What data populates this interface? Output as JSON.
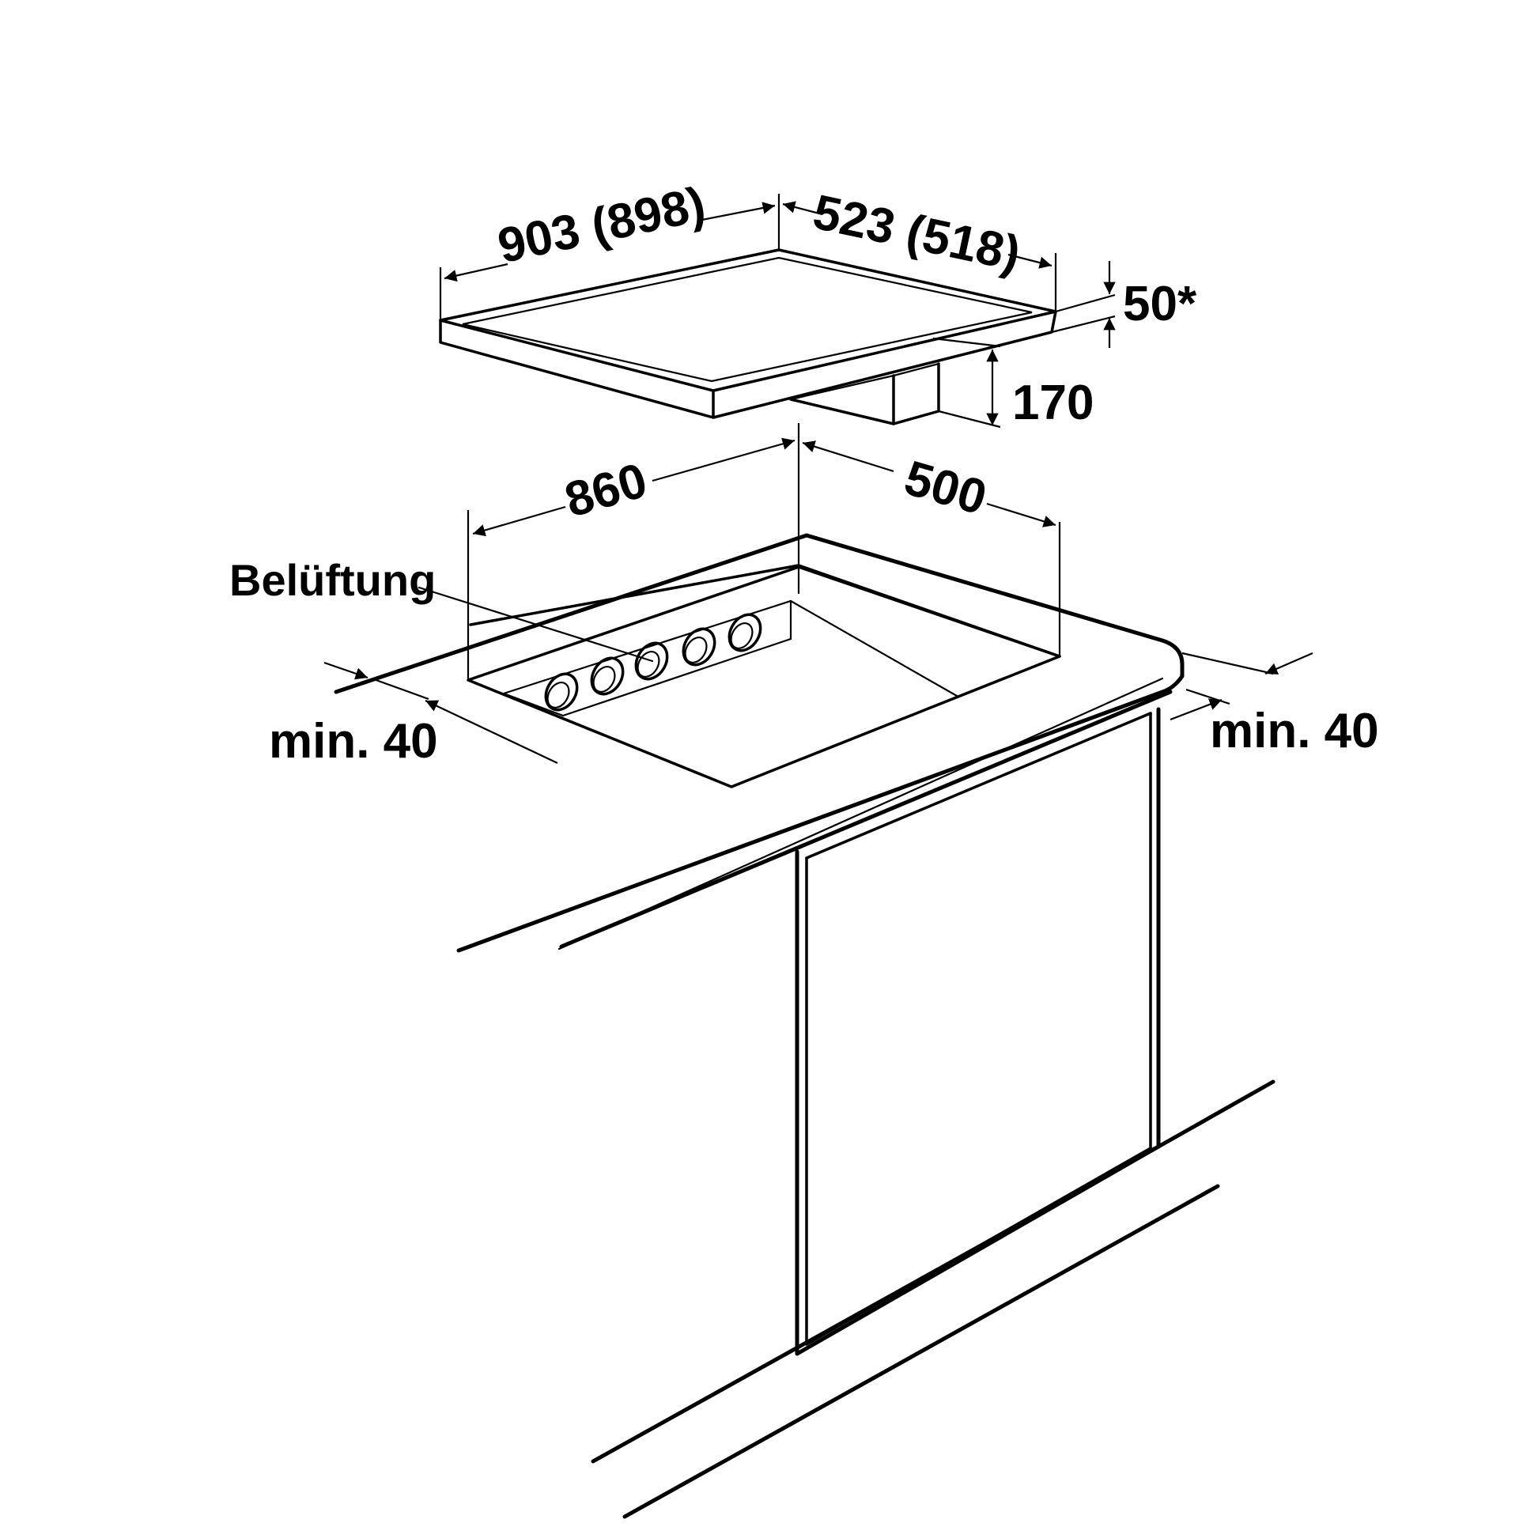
{
  "hob": {
    "width_label": "903 (898)",
    "depth_label": "523 (518)",
    "thickness_label": "50*",
    "depth_below_label": "170"
  },
  "cutout": {
    "width_label": "860",
    "depth_label": "500"
  },
  "ventilation_label": "Belüftung",
  "clearance_left_label": "min. 40",
  "clearance_right_label": "min. 40"
}
